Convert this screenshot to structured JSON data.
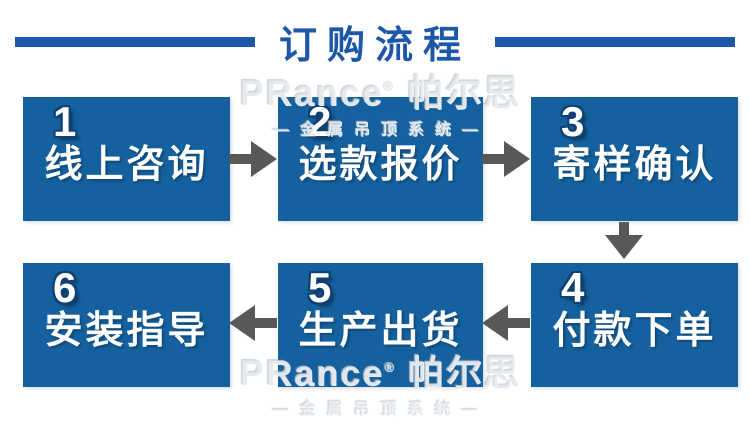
{
  "title": "订购流程",
  "steps": [
    {
      "num": "1",
      "label": "线上咨询"
    },
    {
      "num": "2",
      "label": "选款报价"
    },
    {
      "num": "3",
      "label": "寄样确认"
    },
    {
      "num": "4",
      "label": "付款下单"
    },
    {
      "num": "5",
      "label": "生产出货"
    },
    {
      "num": "6",
      "label": "安装指导"
    }
  ],
  "watermark": {
    "brand": "PRance",
    "reg": "®",
    "brand_cn": "帕尔思",
    "tagline": "—金属吊顶系统—"
  },
  "colors": {
    "box_blue": "#15619f",
    "title_blue": "#1d57a9",
    "arrow_gray": "#58595b",
    "text_white": "#ffffff"
  }
}
